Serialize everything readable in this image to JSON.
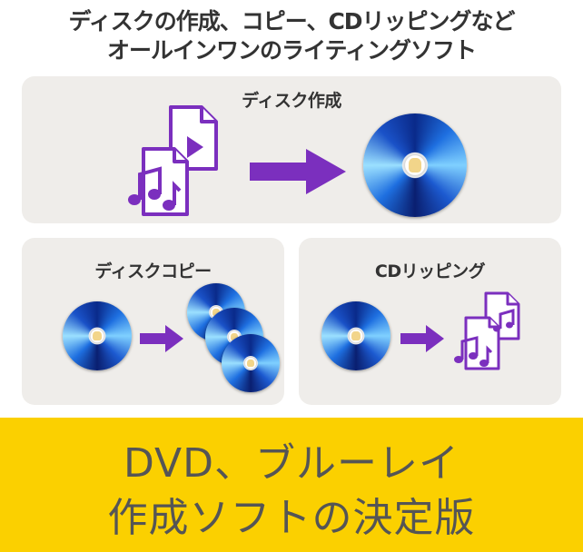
{
  "headline": {
    "line1": "ディスクの作成、コピー、CDリッピングなど",
    "line2": "オールインワンのライティングソフト"
  },
  "panels": {
    "create": "ディスク作成",
    "copy": "ディスクコピー",
    "rip": "CDリッピング"
  },
  "banner": {
    "line1": "DVD、ブルーレイ",
    "line2": "作成ソフトの決定版"
  },
  "colors": {
    "accent": "#7b2fbe",
    "banner": "#fbd000",
    "panel": "#efedea"
  }
}
